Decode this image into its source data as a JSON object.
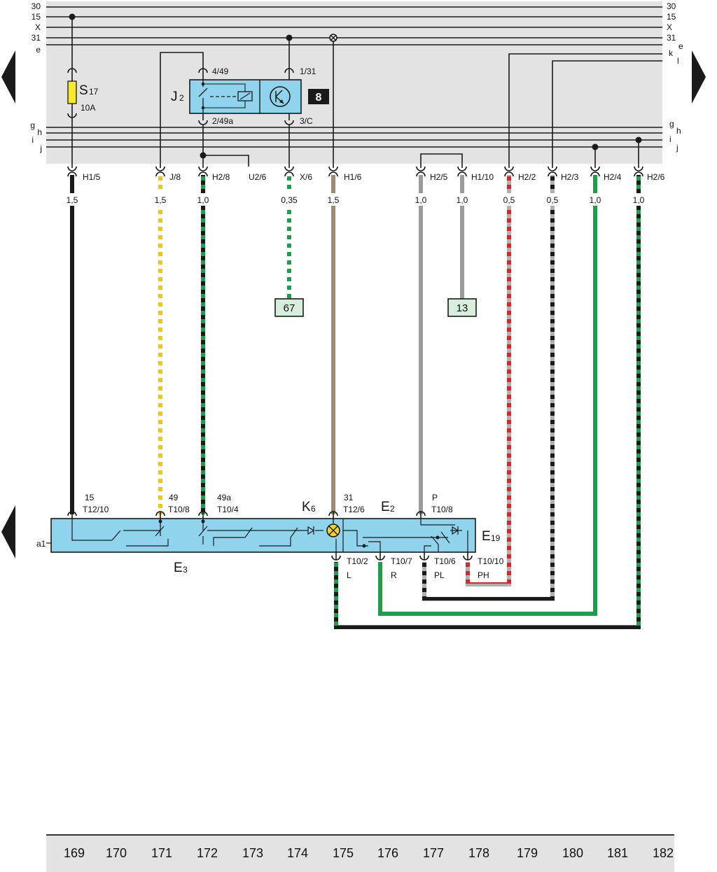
{
  "colors": {
    "black": "#1a1a1a",
    "yellow": "#f0c419",
    "green": "#1e9e4a",
    "brown": "#a08a72",
    "grey": "#9b9b9b",
    "red": "#d42a2a",
    "white": "#ffffff",
    "panel": "#e3e3e3",
    "module_fill": "#8fd3ec",
    "ref_box": "#d6eedb",
    "fuse": "#f7ea2a",
    "lamp": "#f3d22c"
  },
  "bus": {
    "top_left": [
      "30",
      "15",
      "X",
      "31",
      "e"
    ],
    "top_right": [
      "30",
      "15",
      "X",
      "31",
      "e",
      "k",
      "l"
    ],
    "bottom_left": [
      "g",
      "h",
      "i",
      "j"
    ],
    "bottom_right": [
      "g",
      "h",
      "i",
      "j"
    ]
  },
  "fuse": {
    "name": "S",
    "sub": "17",
    "rating": "10A"
  },
  "relay": {
    "name": "J",
    "sub": "2",
    "badge": "8",
    "pins": {
      "p1": "4/49",
      "p2": "1/31",
      "p3": "2/49a",
      "p4": "3/C"
    }
  },
  "connectors": [
    "H1/5",
    "J/8",
    "H2/8",
    "U2/6",
    "X/6",
    "H1/6",
    "H2/5",
    "H1/10",
    "H2/2",
    "H2/3",
    "H2/4",
    "H2/6"
  ],
  "gauges": [
    "1,5",
    "1,5",
    "1,0",
    "0,35",
    "1,5",
    "1,0",
    "1,0",
    "0,5",
    "0,5",
    "1,0",
    "1,0"
  ],
  "refs": [
    "67",
    "13"
  ],
  "switch_pins": [
    {
      "num": "15",
      "pin": "T12/10"
    },
    {
      "num": "49",
      "pin": "T10/8"
    },
    {
      "num": "49a",
      "pin": "T10/4"
    },
    {
      "num": "31",
      "pin": "T12/6"
    },
    {
      "num": "P",
      "pin": "T10/8"
    }
  ],
  "switch_bottom_pins": [
    {
      "pin": "T10/2",
      "sub": "L"
    },
    {
      "pin": "T10/7",
      "sub": "R"
    },
    {
      "pin": "T10/6",
      "sub": "PL"
    },
    {
      "pin": "T10/10",
      "sub": "PH"
    }
  ],
  "components": {
    "k6": {
      "name": "K",
      "sub": "6"
    },
    "e2": {
      "name": "E",
      "sub": "2"
    },
    "e19": {
      "name": "E",
      "sub": "19"
    },
    "e3": {
      "name": "E",
      "sub": "3"
    },
    "a1": "a1"
  },
  "ruler": [
    "169",
    "170",
    "171",
    "172",
    "173",
    "174",
    "175",
    "176",
    "177",
    "178",
    "179",
    "180",
    "181",
    "182"
  ]
}
